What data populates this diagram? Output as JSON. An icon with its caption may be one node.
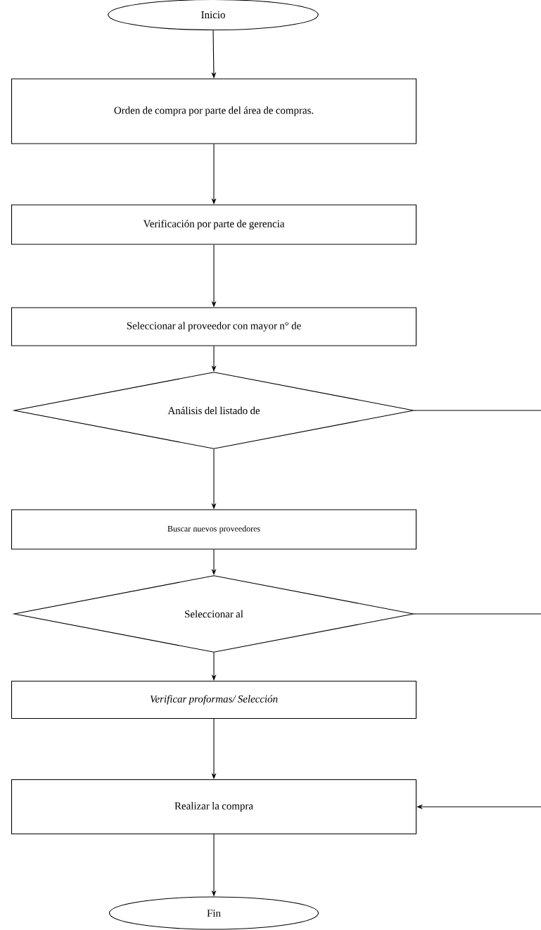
{
  "diagram": {
    "nodes": [
      {
        "text": [
          "Inicio"
        ]
      },
      {
        "text": [
          "Orden de compra por parte del área de compras."
        ]
      },
      {
        "text": [
          "Verificación por parte de gerencia"
        ]
      },
      {
        "text": [
          "Seleccionar al proveedor con mayor n° de"
        ]
      },
      {
        "text": [
          "Análisis del listado de"
        ]
      },
      {
        "text": [
          "Buscar nuevos proveedores"
        ]
      },
      {
        "text": [
          "Seleccionar al"
        ]
      },
      {
        "text": [
          "Verificar proformas/ Selección"
        ]
      },
      {
        "text": [
          "Realizar la compra"
        ]
      },
      {
        "text": [
          "Fin"
        ]
      }
    ],
    "edges": [
      {
        "from": 0,
        "to": 1,
        "arrow": "to"
      },
      {
        "from": 1,
        "to": 2,
        "arrow": "to"
      },
      {
        "from": 2,
        "to": 3,
        "arrow": "to"
      },
      {
        "from": 3,
        "to": 4,
        "arrow": "to"
      },
      {
        "from": 4,
        "to": 5,
        "arrow": "to"
      },
      {
        "from": 5,
        "to": 6,
        "arrow": "to"
      },
      {
        "from": 6,
        "to": 7,
        "arrow": "to"
      },
      {
        "from": 7,
        "to": 8,
        "arrow": "to"
      },
      {
        "from": 8,
        "to": 9,
        "arrow": "to"
      },
      {
        "from": 4,
        "to": null,
        "arrow": "none"
      },
      {
        "from": 6,
        "to": null,
        "arrow": "none"
      },
      {
        "from": null,
        "to": 8,
        "arrow": "to"
      }
    ]
  }
}
